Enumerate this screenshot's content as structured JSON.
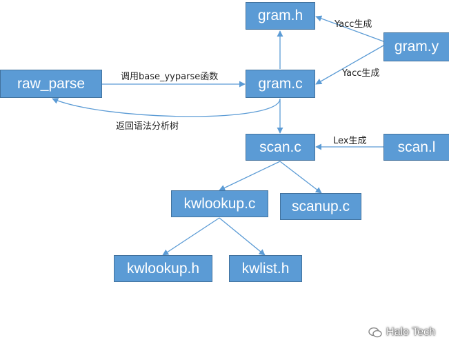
{
  "nodes": {
    "gram_h": "gram.h",
    "gram_y": "gram.y",
    "raw_parse": "raw_parse",
    "gram_c": "gram.c",
    "scan_c": "scan.c",
    "scan_l": "scan.l",
    "kwlookup_c": "kwlookup.c",
    "scanup_c": "scanup.c",
    "kwlookup_h": "kwlookup.h",
    "kwlist_h": "kwlist.h"
  },
  "edge_labels": {
    "yacc_to_gram_h": "Yacc生成",
    "yacc_to_gram_c": "Yacc生成",
    "call": "调用base_yyparse函数",
    "return": "返回语法分析树",
    "lex": "Lex生成"
  },
  "watermark": "Halo Tech",
  "colors": {
    "node_fill": "#5b9bd5",
    "node_border": "#41719c",
    "edge": "#5b9bd5"
  }
}
